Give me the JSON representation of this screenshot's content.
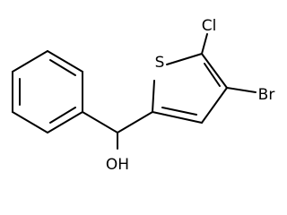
{
  "molecule": {
    "atoms": {
      "chlorine": "Cl",
      "sulfur": "S",
      "bromine": "Br",
      "hydroxyl": "OH"
    },
    "colors": {
      "bond": "#000000",
      "label": "#000000",
      "background": "#ffffff"
    }
  }
}
